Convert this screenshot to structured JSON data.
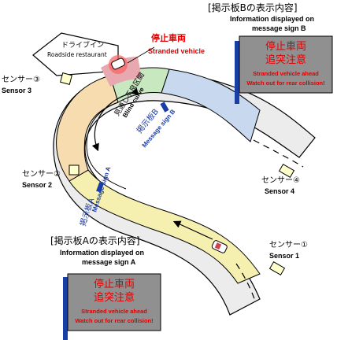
{
  "stranded": {
    "jp": "停止車両",
    "en": "Stranded vehicle"
  },
  "restaurant": {
    "jp": "ドライブイン",
    "en": "Roadside restaurant"
  },
  "blind_curve": {
    "jp": "見通し不良区間",
    "en": "Blind curve"
  },
  "sensors": {
    "s1": {
      "jp": "センサー①",
      "en": "Sensor 1"
    },
    "s2": {
      "jp": "センサー②",
      "en": "Sensor 2"
    },
    "s3": {
      "jp": "センサー③",
      "en": "Sensor 3"
    },
    "s4": {
      "jp": "センサー④",
      "en": "Sensor 4"
    }
  },
  "road_signs": {
    "a": {
      "jp": "掲示板A",
      "en": "Message sign A"
    },
    "b": {
      "jp": "掲示板B",
      "en": "Message sign B"
    }
  },
  "panel_a": {
    "title_jp": "[掲示板Aの表示内容]",
    "title_en1": "Information displayed on",
    "title_en2": "message sign A",
    "msg_jp1": "停止車両",
    "msg_jp2": "追突注意",
    "msg_en1": "Stranded vehicle ahead",
    "msg_en2": "Watch out for rear collision!"
  },
  "panel_b": {
    "title_jp": "[掲示板Bの表示内容]",
    "title_en1": "Information displayed on",
    "title_en2": "message sign B",
    "msg_jp1": "停止車両",
    "msg_jp2": "追突注意",
    "msg_en1": "Stranded vehicle ahead",
    "msg_en2": "Watch out for rear collision!"
  },
  "colors": {
    "zone_a": "#f5f0b0",
    "zone_blind": "#f7dcb0",
    "zone_b": "#c8d8ee",
    "zone_stop": "#e8a8b0",
    "zone_green": "#c8e8c0",
    "panel_bg": "#909090",
    "msg_red": "#e00000",
    "sign_blue": "#1a3ea8"
  }
}
